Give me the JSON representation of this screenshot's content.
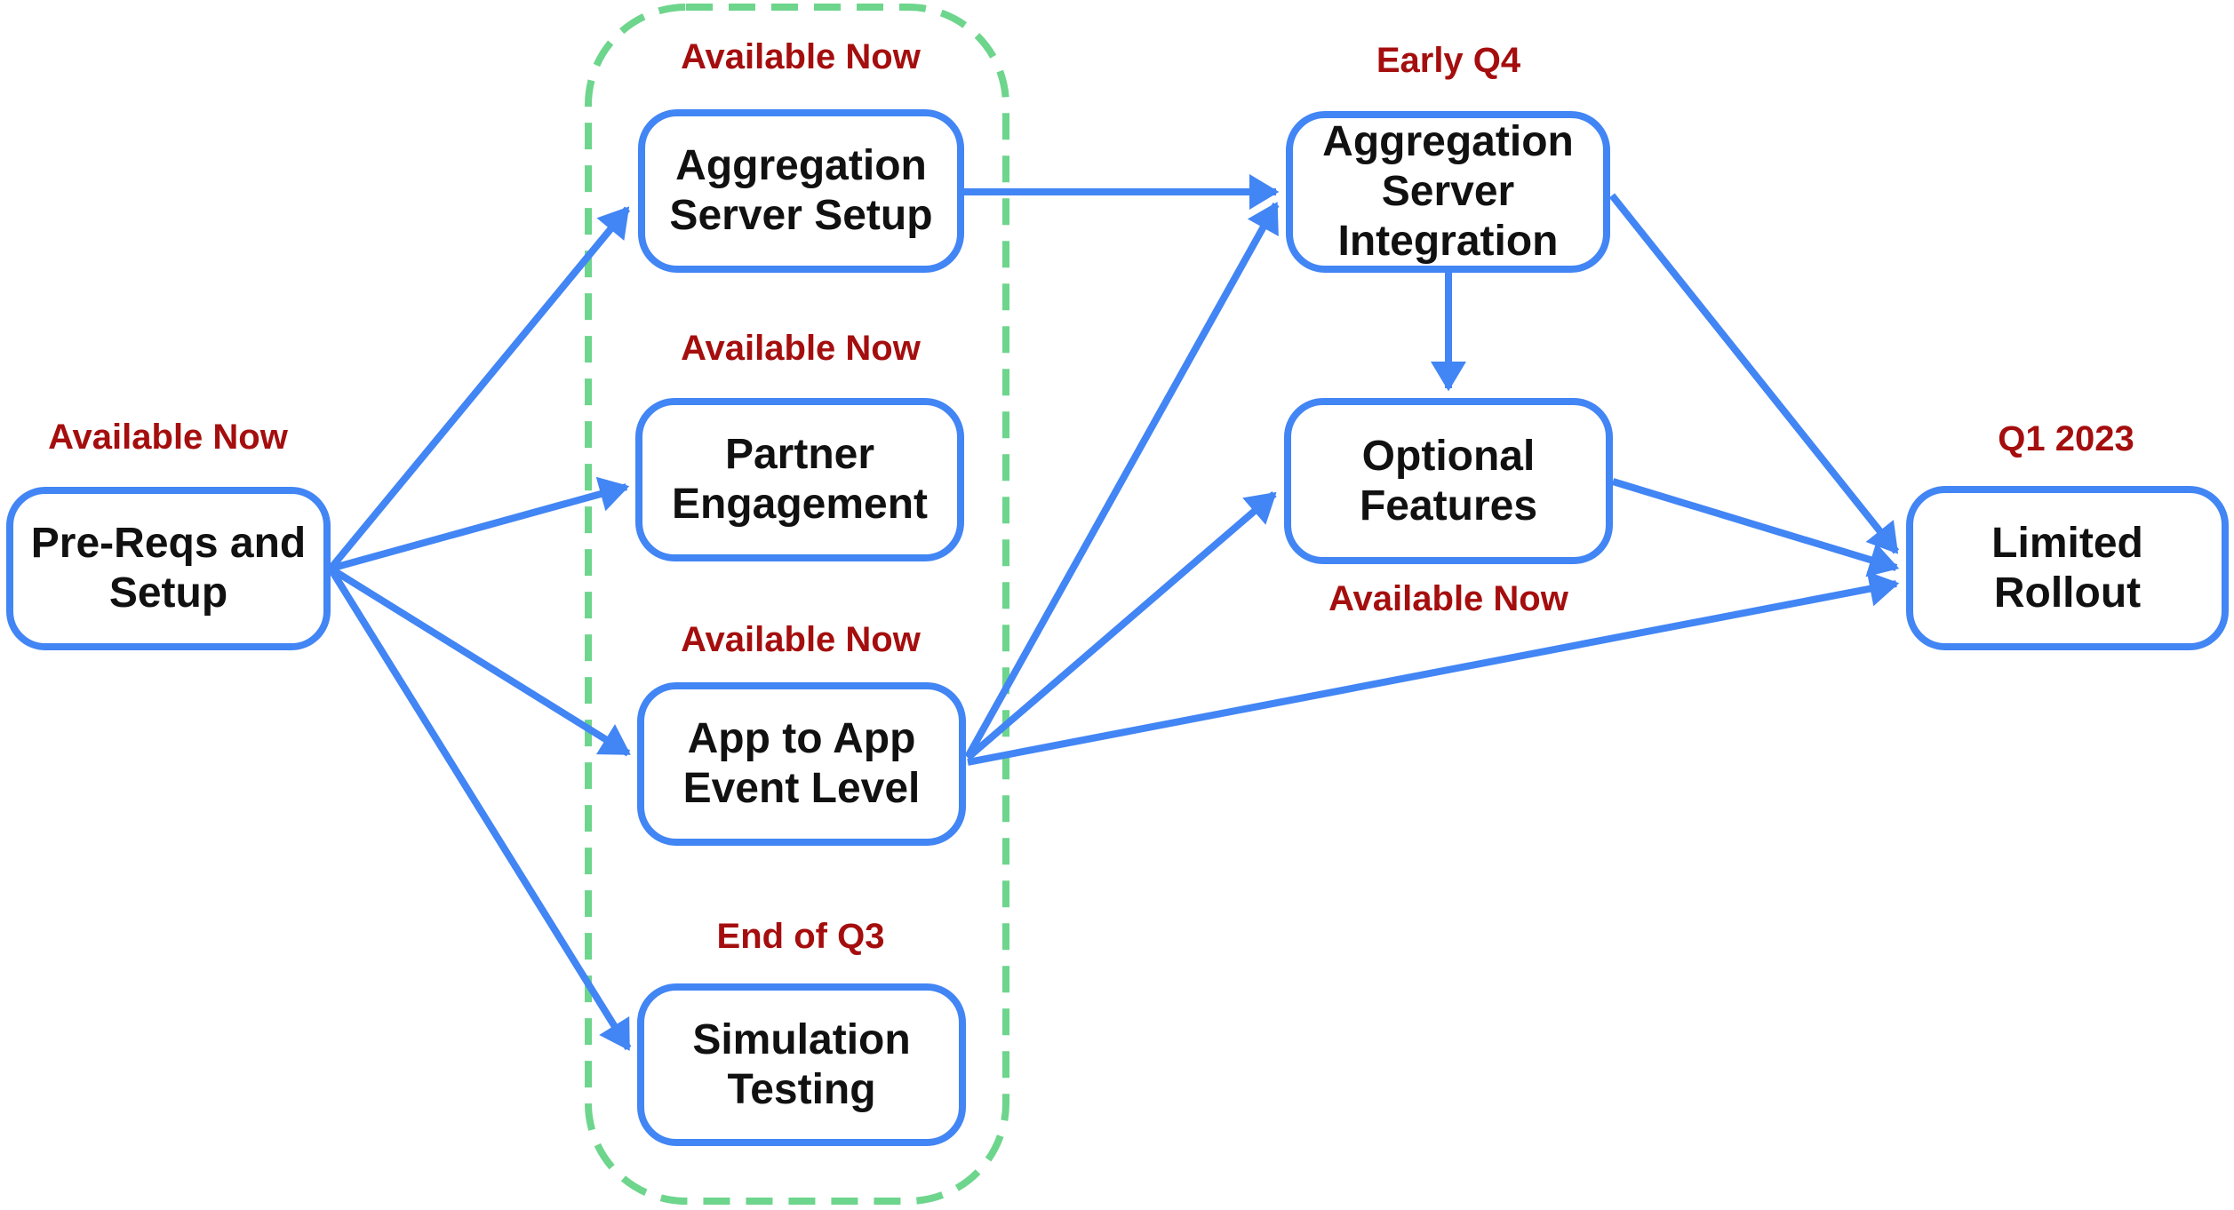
{
  "title": "Attribution roadmap flow diagram",
  "colors": {
    "background": "#FFFFFF",
    "node_border": "#4285F4",
    "arrow": "#4285F4",
    "group_border": "#6DD58C",
    "status_text": "#A50E0E",
    "node_text": "#111111"
  },
  "nodes": [
    {
      "id": "pre-reqs-and-setup",
      "label": "Pre-Reqs and Setup",
      "lines": [
        "Pre-Reqs and",
        "Setup"
      ],
      "status": "Available Now"
    },
    {
      "id": "aggregation-server-setup",
      "label": "Aggregation Server Setup",
      "lines": [
        "Aggregation",
        "Server Setup"
      ],
      "status": "Available Now"
    },
    {
      "id": "partner-engagement",
      "label": "Partner Engagement",
      "lines": [
        "Partner",
        "Engagement"
      ],
      "status": "Available Now"
    },
    {
      "id": "app-to-app-event-level",
      "label": "App to App Event Level",
      "lines": [
        "App to App",
        "Event Level"
      ],
      "status": "Available Now"
    },
    {
      "id": "simulation-testing",
      "label": "Simulation Testing",
      "lines": [
        "Simulation",
        "Testing"
      ],
      "status": "End of Q3"
    },
    {
      "id": "aggregation-server-integration",
      "label": "Aggregation Server Integration",
      "lines": [
        "Aggregation",
        "Server",
        "Integration"
      ],
      "status": "Early Q4"
    },
    {
      "id": "optional-features",
      "label": "Optional Features",
      "lines": [
        "Optional",
        "Features"
      ],
      "status": "Available Now"
    },
    {
      "id": "limited-rollout",
      "label": "Limited Rollout",
      "lines": [
        "Limited",
        "Rollout"
      ],
      "status": "Q1 2023"
    }
  ],
  "group": {
    "style": "green-dashed-outline",
    "members": [
      "aggregation-server-setup",
      "partner-engagement",
      "app-to-app-event-level",
      "simulation-testing"
    ]
  },
  "edges": [
    {
      "from": "pre-reqs-and-setup",
      "to": "aggregation-server-setup"
    },
    {
      "from": "pre-reqs-and-setup",
      "to": "partner-engagement"
    },
    {
      "from": "pre-reqs-and-setup",
      "to": "app-to-app-event-level"
    },
    {
      "from": "pre-reqs-and-setup",
      "to": "simulation-testing"
    },
    {
      "from": "aggregation-server-setup",
      "to": "aggregation-server-integration"
    },
    {
      "from": "app-to-app-event-level",
      "to": "aggregation-server-integration"
    },
    {
      "from": "app-to-app-event-level",
      "to": "optional-features"
    },
    {
      "from": "app-to-app-event-level",
      "to": "limited-rollout"
    },
    {
      "from": "aggregation-server-integration",
      "to": "optional-features"
    },
    {
      "from": "aggregation-server-integration",
      "to": "limited-rollout"
    },
    {
      "from": "optional-features",
      "to": "limited-rollout"
    }
  ]
}
